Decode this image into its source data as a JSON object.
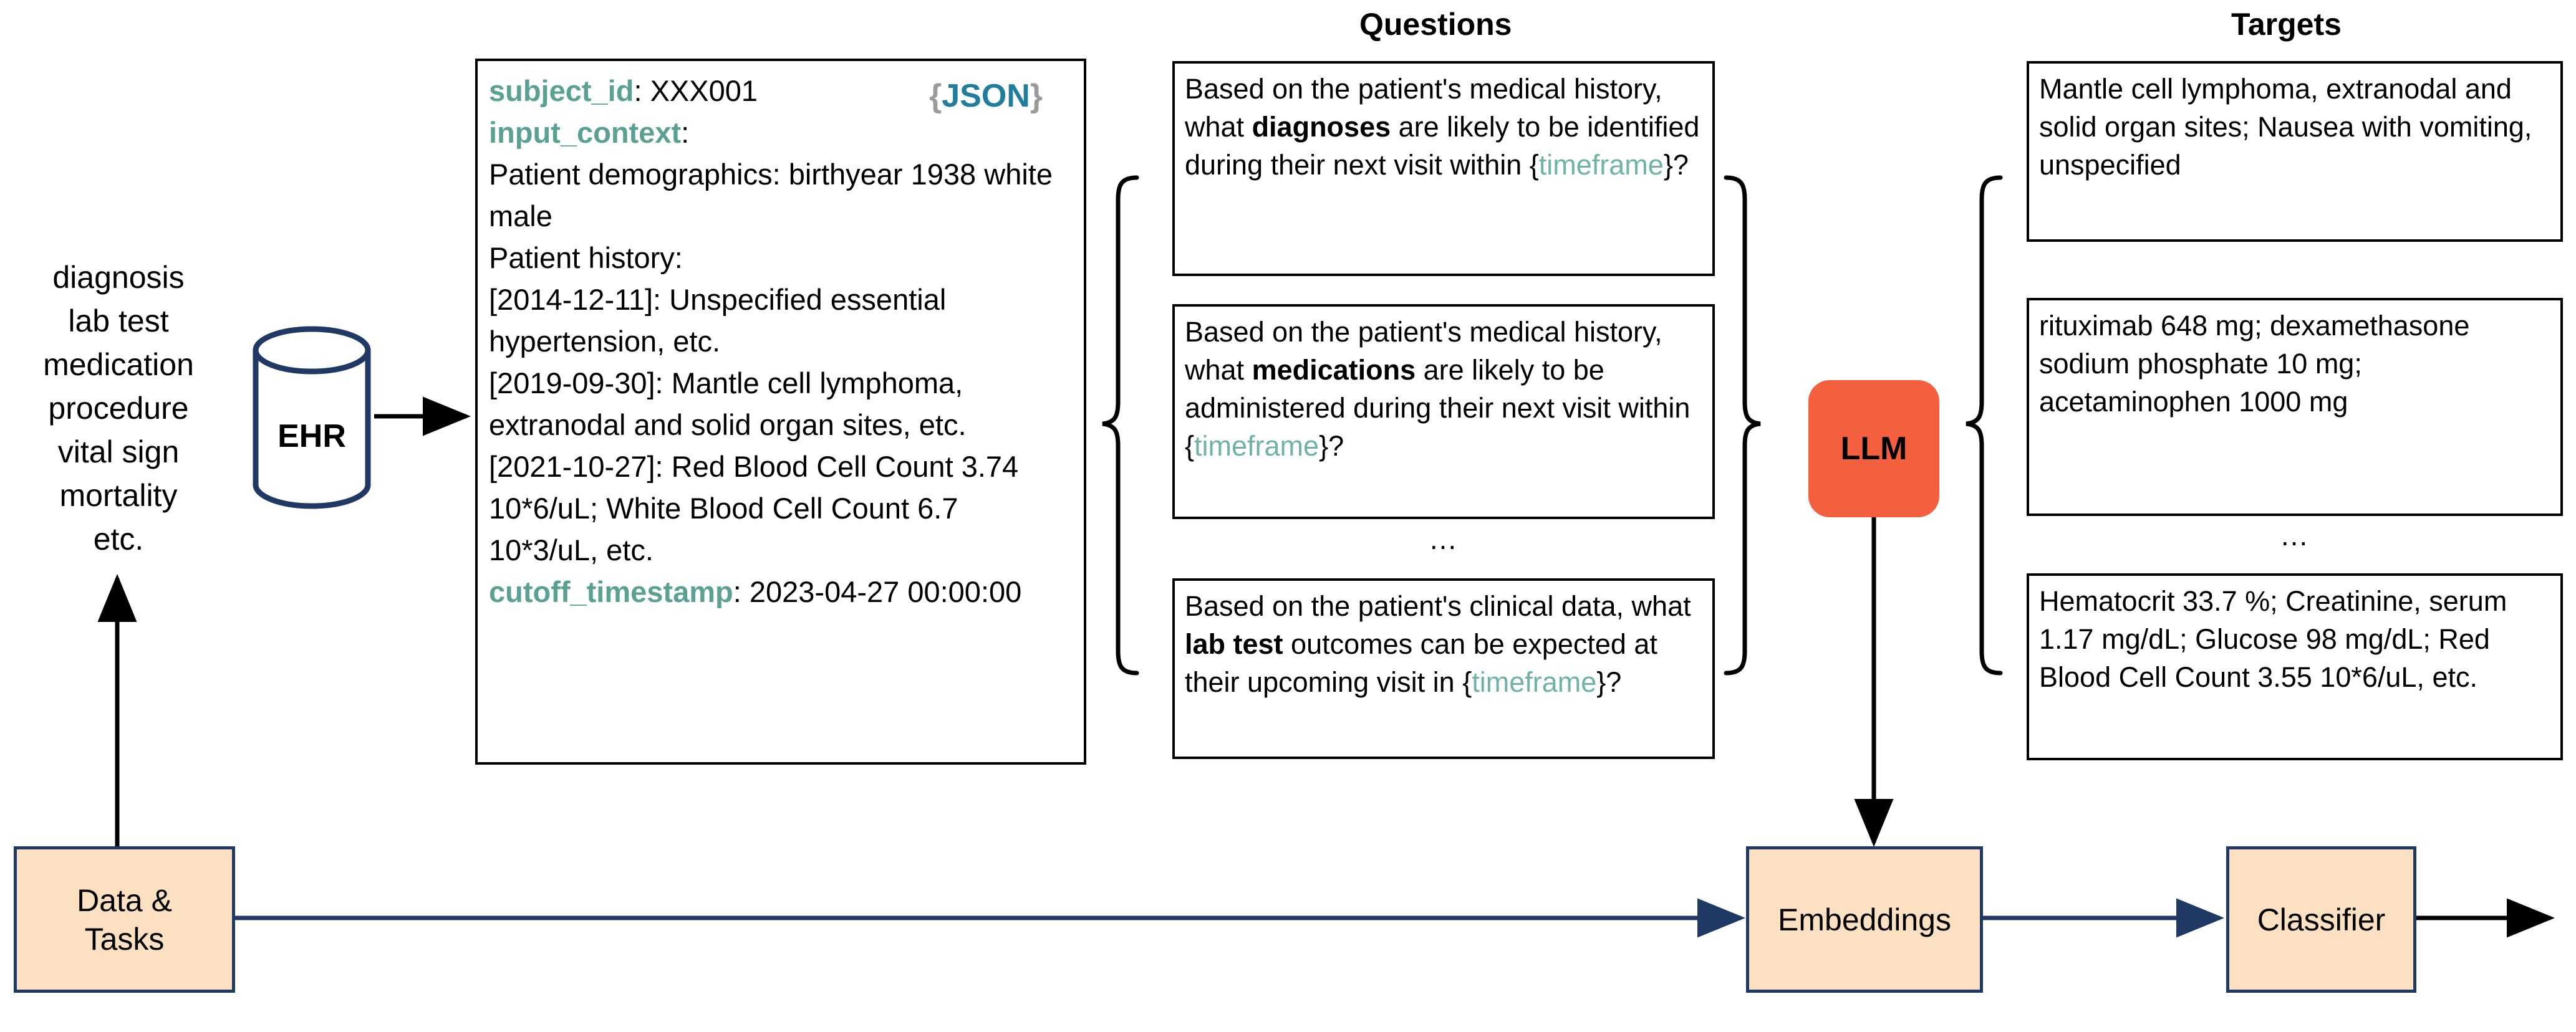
{
  "headers": {
    "questions": "Questions",
    "targets": "Targets"
  },
  "task_list": {
    "items": [
      "diagnosis",
      "lab test",
      "medication",
      "procedure",
      "vital sign",
      "mortality",
      "etc."
    ]
  },
  "database": {
    "label": "EHR",
    "icon": "database-cylinder-icon",
    "stroke_color": "#1f3864"
  },
  "json_record": {
    "badge": {
      "open_brace": "{",
      "word": "JSON",
      "close_brace": "}"
    },
    "badge_colors": {
      "brace": "#9b9b9b",
      "word": "#1f7d9e"
    },
    "key_color": "#5ba193",
    "lines": [
      {
        "key": "subject_id",
        "sep": ": ",
        "value": "XXX001"
      },
      {
        "key": "input_context",
        "sep": ":",
        "value": ""
      },
      {
        "key": "",
        "sep": "",
        "value": "Patient demographics: birthyear 1938 white male"
      },
      {
        "key": "",
        "sep": "",
        "value": "Patient history:"
      },
      {
        "key": "",
        "sep": "",
        "value": "[2014-12-11]: Unspecified essential hypertension, etc."
      },
      {
        "key": "",
        "sep": "",
        "value": "[2019-09-30]: Mantle cell lymphoma, extranodal and solid organ sites, etc."
      },
      {
        "key": "",
        "sep": "",
        "value": "[2021-10-27]: Red Blood Cell Count 3.74 10*6/uL; White Blood Cell Count 6.7 10*3/uL, etc."
      },
      {
        "key": "cutoff_timestamp",
        "sep": ": ",
        "value": "2023-04-27 00:00:00"
      }
    ]
  },
  "questions": {
    "ellipsis": "...",
    "items": [
      {
        "pre": "Based on the patient's medical history, what ",
        "bold": "diagnoses",
        "mid": " are likely to be identified during their next visit within {",
        "placeholder": "timeframe",
        "post": "}?"
      },
      {
        "pre": "Based on the patient's medical history, what ",
        "bold": "medications",
        "mid": " are likely to be administered during their next visit within {",
        "placeholder": "timeframe",
        "post": "}?"
      },
      {
        "pre": "Based on the patient's clinical data, what ",
        "bold": "lab test",
        "mid": " outcomes can be expected at their upcoming visit in {",
        "placeholder": "timeframe",
        "post": "}?"
      }
    ]
  },
  "targets": {
    "ellipsis": "...",
    "items": [
      "Mantle cell lymphoma, extranodal and solid organ sites; Nausea with vomiting, unspecified",
      "rituximab 648 mg; dexamethasone sodium phosphate 10 mg; acetaminophen 1000 mg",
      "Hematocrit 33.7 %; Creatinine, serum 1.17 mg/dL; Glucose 98 mg/dL; Red Blood Cell Count 3.55 10*6/uL, etc."
    ]
  },
  "model": {
    "label": "LLM",
    "color": "#f4603e"
  },
  "pipeline": {
    "data_tasks": "Data &\nTasks",
    "data_tasks_line1": "Data &",
    "data_tasks_line2": "Tasks",
    "embeddings": "Embeddings",
    "classifier": "Classifier",
    "box_fill": "#fce0c2",
    "box_stroke": "#1f3864"
  }
}
